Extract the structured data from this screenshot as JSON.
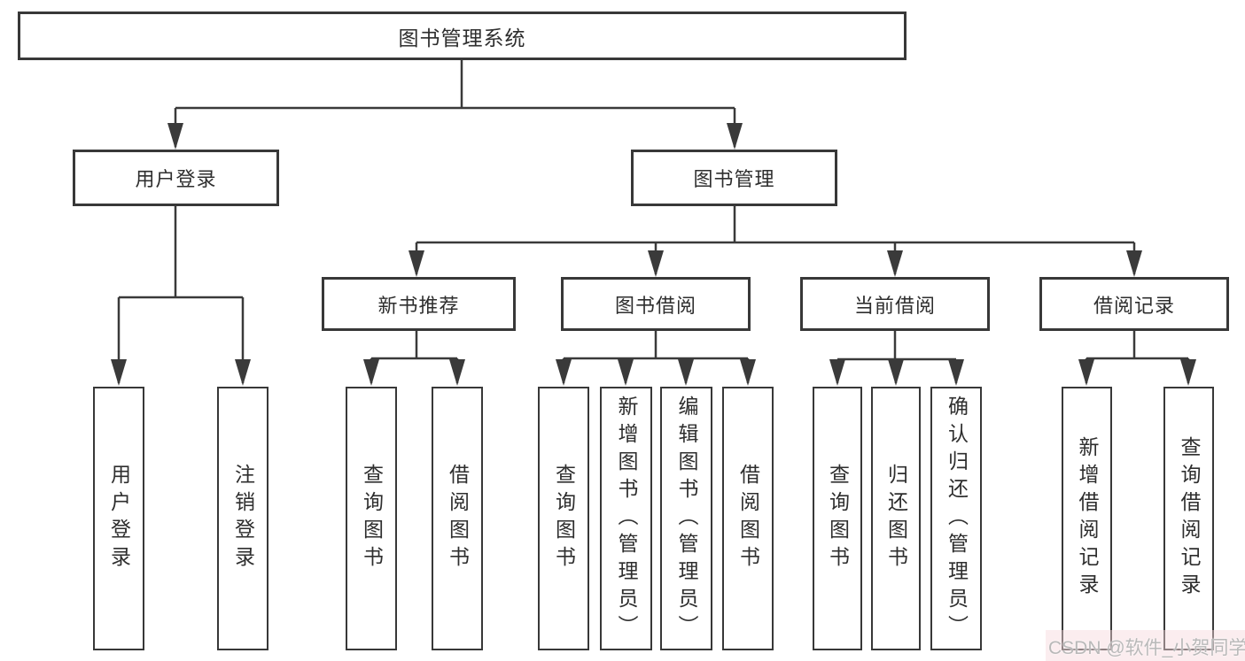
{
  "diagram": {
    "title": "图书管理系统",
    "tree": {
      "root": {
        "label": "图书管理系统"
      },
      "children": [
        {
          "label": "用户登录",
          "children": [
            {
              "label": "用户登录"
            },
            {
              "label": "注销登录"
            }
          ]
        },
        {
          "label": "图书管理",
          "children": [
            {
              "label": "新书推荐",
              "children": [
                {
                  "label": "查询图书"
                },
                {
                  "label": "借阅图书"
                }
              ]
            },
            {
              "label": "图书借阅",
              "children": [
                {
                  "label": "查询图书"
                },
                {
                  "label": "新增图书（管理员）"
                },
                {
                  "label": "编辑图书（管理员）"
                },
                {
                  "label": "借阅图书"
                }
              ]
            },
            {
              "label": "当前借阅",
              "children": [
                {
                  "label": "查询图书"
                },
                {
                  "label": "归还图书"
                },
                {
                  "label": "确认归还（管理员）"
                }
              ]
            },
            {
              "label": "借阅记录",
              "children": [
                {
                  "label": "新增借阅记录"
                },
                {
                  "label": "查询借阅记录"
                }
              ]
            }
          ]
        }
      ]
    },
    "colors": {
      "line": "#3a3a3a",
      "box_border": "#383838",
      "box_fill": "#ffffff",
      "text": "#2e2e2e",
      "watermark_text": "#b9b9b9",
      "watermark_band": "#f6d7dc"
    }
  },
  "watermark": {
    "text": "CSDN @软件_小贺同学"
  }
}
